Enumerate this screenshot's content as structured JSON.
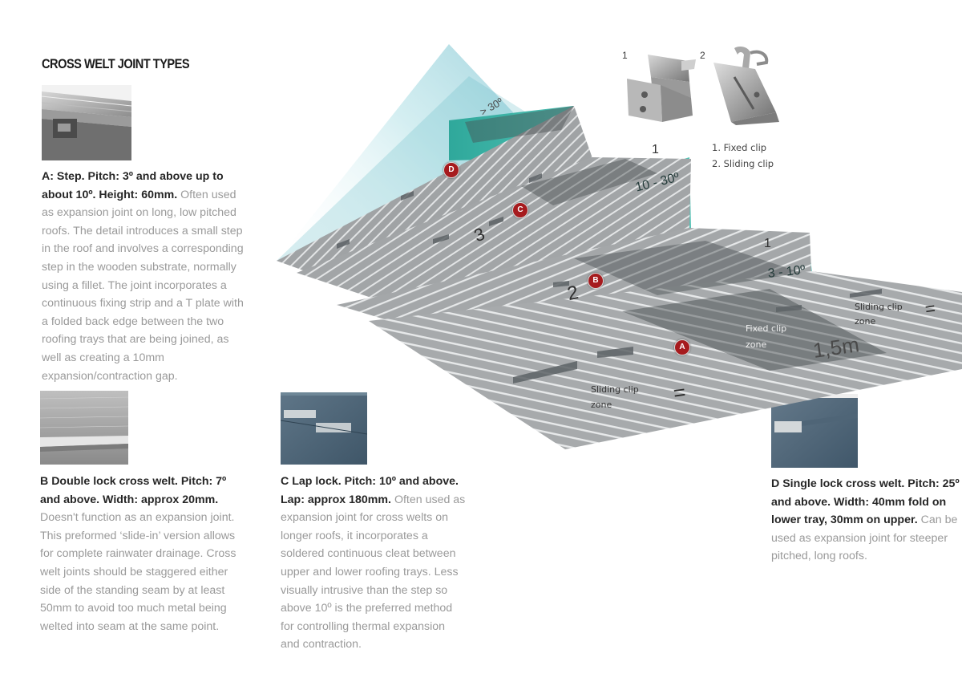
{
  "title": "CROSS WELT JOINT TYPES",
  "sections": {
    "a": {
      "heading": "A: Step. Pitch: 3º and above up to about 10º. Height: 60mm.",
      "body": "Often used as expansion joint on long, low pitched roofs. The detail introduces a small step in the roof and involves a corresponding step in the wooden substrate, normally using a fillet. The joint incorporates a continuous fixing strip and a T plate with a folded back edge between the two roofing trays that are being joined, as well as creating a 10mm expansion/contraction gap."
    },
    "b": {
      "heading": "B Double lock cross welt. Pitch: 7º and above. Width: approx 20mm.",
      "body": "Doesn't function as an expansion joint. This preformed ‘slide-in’ version allows for complete rainwater drainage. Cross welt joints should be staggered either side of the standing seam by at least 50mm to avoid too much metal being welted into seam at the same point."
    },
    "c": {
      "heading": "C Lap lock. Pitch: 10º and above. Lap: approx 180mm.",
      "body": "Often used as expansion joint for cross welts on longer roofs, it incorporates a soldered continuous cleat between upper and lower roofing trays. Less visually intrusive than the step so above 10º is the preferred method for controlling thermal expansion and contraction."
    },
    "d": {
      "heading": "D Single lock cross welt. Pitch: 25º and above. Width: 40mm fold on lower tray, 30mm on upper.",
      "body": "Can be used as expansion joint for steeper pitched, long roofs."
    }
  },
  "clips": {
    "num1": "1",
    "num2": "2",
    "legend1": "1. Fixed clip",
    "legend2": "2. Sliding clip"
  },
  "diagram": {
    "pitch_d": "> 30º",
    "pitch_c": "10 - 30º",
    "pitch_b": "3 - 10º",
    "num_top": "1",
    "num_mid": "1",
    "num_c": "3",
    "num_b": "2",
    "badge_a": "A",
    "badge_b": "B",
    "badge_c": "C",
    "badge_d": "D",
    "fixed_zone": "Fixed clip zone",
    "sliding_zone_right": "Sliding clip zone",
    "sliding_zone_left": "Sliding clip zone",
    "length": "1,5m",
    "equals_left": "=",
    "equals_right": "="
  },
  "colors": {
    "teal": "#3bb3a6",
    "steel": "#a6a9ab",
    "badge": "#a61b1e",
    "heading": "#262626",
    "body": "#9a9a9a"
  }
}
